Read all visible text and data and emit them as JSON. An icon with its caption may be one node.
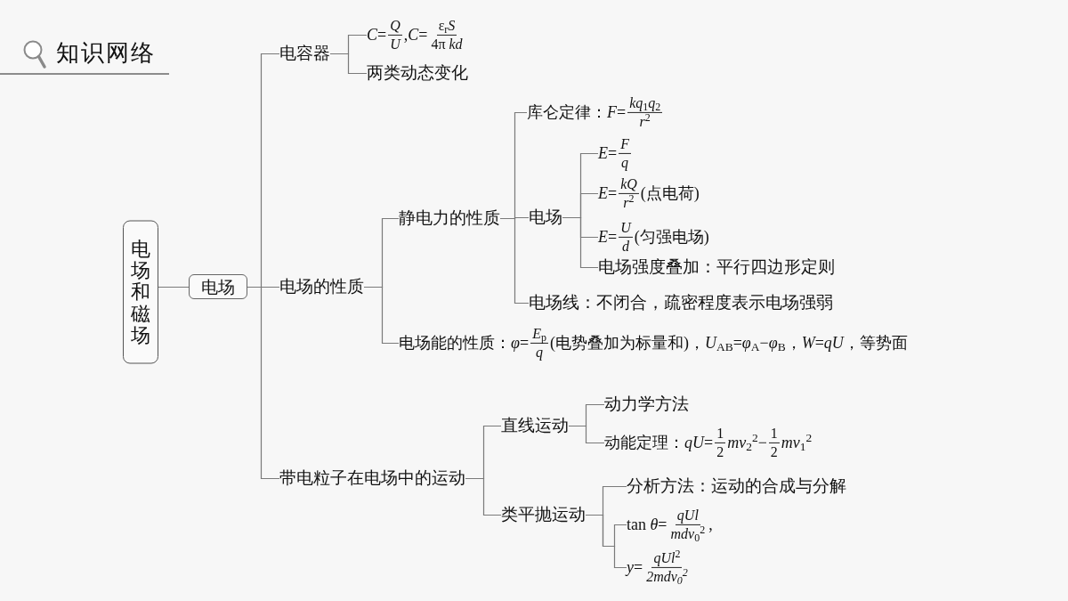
{
  "diagram": {
    "title": "知识网络",
    "nodes": [
      {
        "text": [
          "电场和磁场"
        ]
      },
      {
        "text": [
          "电场"
        ]
      },
      {
        "text": [
          "电容器"
        ]
      },
      {
        "text": [
          "*C*=",
          "Q",
          "U",
          ",*C*=",
          "ε$_{r}$*S*",
          "4π *kd*"
        ]
      },
      {
        "text": [
          "两类动态变化"
        ]
      },
      {
        "text": [
          "电场的性质"
        ]
      },
      {
        "text": [
          "静电力的性质"
        ]
      },
      {
        "text": [
          "库仑定律：*F*=",
          "*kq*$_{1}$*q*$_{2}$",
          "*r*$^{2}$"
        ]
      },
      {
        "text": [
          "电场"
        ]
      },
      {
        "text": [
          "*E*=",
          "F",
          "q"
        ]
      },
      {
        "text": [
          "*E*=",
          "kQ",
          "*r*$^{2}$",
          "(点电荷)"
        ]
      },
      {
        "text": [
          "*E*=",
          "U",
          "d",
          "(匀强电场)"
        ]
      },
      {
        "text": [
          "电场强度叠加：平行四边形定则"
        ]
      },
      {
        "text": [
          "电场线：不闭合，疏密程度表示电场强弱"
        ]
      },
      {
        "text": [
          "电场能的性质：*φ*=",
          "*E*$_{p}$",
          "q",
          "(电势叠加为标量和)，*U*$_{AB}$=*φ*$_{A}$−*φ*$_{B}$，*W*=*qU*，等势面"
        ]
      },
      {
        "text": [
          "带电粒子在电场中的运动"
        ]
      },
      {
        "text": [
          "直线运动"
        ]
      },
      {
        "text": [
          "动力学方法"
        ]
      },
      {
        "text": [
          "动能定理：*qU*=",
          "1",
          "2",
          "*mv*$_{2}$$^{2}$−",
          "1",
          "2",
          "*mv*$_{1}$$^{2}$"
        ]
      },
      {
        "text": [
          "类平抛运动"
        ]
      },
      {
        "text": [
          "分析方法：运动的合成与分解"
        ]
      },
      {
        "text": [
          "tan *θ*=",
          "qUl",
          "*mdv*$_{0}$$^{2}$",
          ","
        ]
      },
      {
        "text": [
          "*y*=",
          "*qUl*$^{2}$",
          "2mdv$_{0}$$^{2}$"
        ]
      }
    ],
    "edges": [
      {
        "from": 0,
        "to": 1,
        "arrow": "none"
      },
      {
        "from": 1,
        "to": 2,
        "arrow": "none"
      },
      {
        "from": 1,
        "to": 5,
        "arrow": "none"
      },
      {
        "from": 1,
        "to": 15,
        "arrow": "none"
      },
      {
        "from": 2,
        "to": 3,
        "arrow": "none"
      },
      {
        "from": 2,
        "to": 4,
        "arrow": "none"
      },
      {
        "from": 5,
        "to": 6,
        "arrow": "none"
      },
      {
        "from": 5,
        "to": 14,
        "arrow": "none"
      },
      {
        "from": 6,
        "to": 7,
        "arrow": "none"
      },
      {
        "from": 6,
        "to": 8,
        "arrow": "none"
      },
      {
        "from": 6,
        "to": 13,
        "arrow": "none"
      },
      {
        "from": 8,
        "to": 9,
        "arrow": "none"
      },
      {
        "from": 8,
        "to": 10,
        "arrow": "none"
      },
      {
        "from": 8,
        "to": 11,
        "arrow": "none"
      },
      {
        "from": 8,
        "to": 12,
        "arrow": "none"
      },
      {
        "from": 15,
        "to": 16,
        "arrow": "none"
      },
      {
        "from": 15,
        "to": 19,
        "arrow": "none"
      },
      {
        "from": 16,
        "to": 17,
        "arrow": "none"
      },
      {
        "from": 16,
        "to": 18,
        "arrow": "none"
      },
      {
        "from": 19,
        "to": 20,
        "arrow": "none"
      },
      {
        "from": 19,
        "to": 21,
        "arrow": "none"
      },
      {
        "from": 19,
        "to": 22,
        "arrow": "none"
      }
    ]
  }
}
